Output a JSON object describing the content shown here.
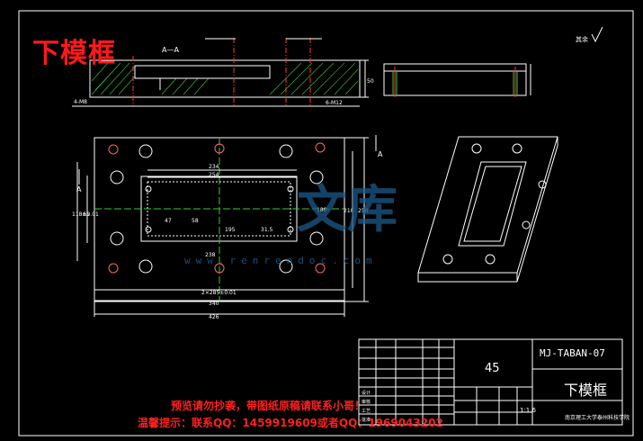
{
  "drawing": {
    "title": "下模框",
    "section_label": "A—A",
    "view_marker": "A",
    "roughness_note": "其余",
    "dims_plan": {
      "d234": "234",
      "d254": "254",
      "d47": "47",
      "d58": "58",
      "d195": "195",
      "d315": "31.5",
      "d2825": "2×285±0.01",
      "d340": "340",
      "d426": "426",
      "d238": "238",
      "d210": "210",
      "d250": "250",
      "d180": "180",
      "d118": "118±0.01",
      "d65": "65"
    },
    "dims_section": {
      "d50": "50",
      "d4m8": "4-M8",
      "d6m12": "6-M12"
    }
  },
  "title_block": {
    "drawing_code": "MJ-TABAN-07",
    "part_name": "下模框",
    "material": "45",
    "scale": "1:1.6",
    "school": "南京理工大学泰州科技学院",
    "row_labels": [
      "设计",
      "审核",
      "工艺",
      "批准"
    ]
  },
  "watermark": {
    "line1": "预览请勿抄袭，带图纸原稿请联系小哥！",
    "line2": "温馨提示：联系QQ：1459919609或者QQ：1969043202",
    "logo_text": "文库",
    "url": "www.renrendoc.com"
  }
}
